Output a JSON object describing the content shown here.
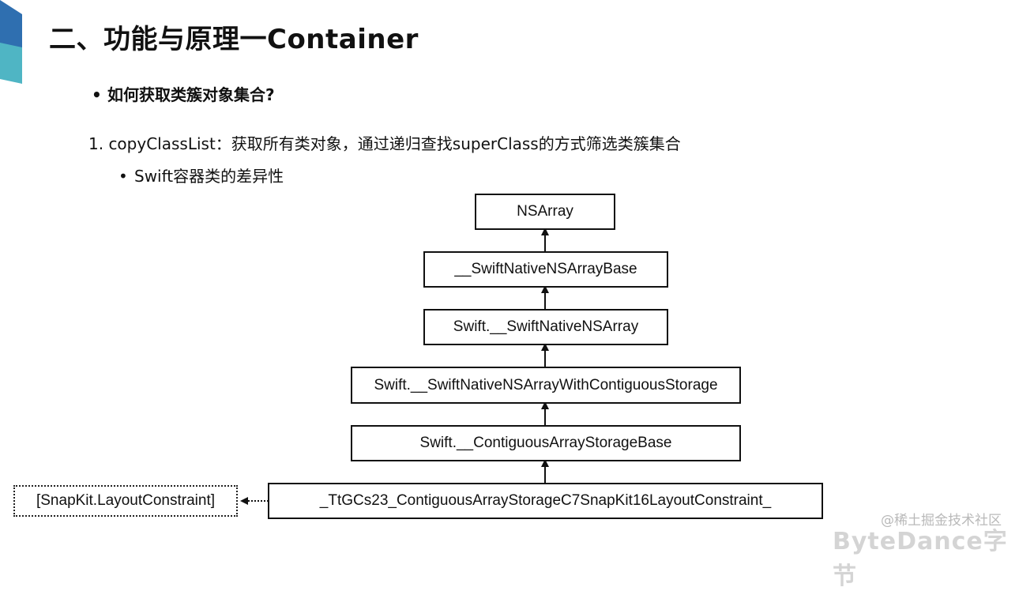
{
  "slide": {
    "title": "二、功能与原理一Container",
    "bullet_marker": "•",
    "question": "如何获取类簇对象集合?",
    "step": "1. copyClassList：获取所有类对象，通过递归查找superClass的方式筛选类簇集合",
    "sub_bullet": "Swift容器类的差异性"
  },
  "diagram": {
    "nodes": [
      {
        "label": "NSArray"
      },
      {
        "label": "__SwiftNativeNSArrayBase"
      },
      {
        "label": "Swift.__SwiftNativeNSArray"
      },
      {
        "label": "Swift.__SwiftNativeNSArrayWithContiguousStorage"
      },
      {
        "label": "Swift.__ContiguousArrayStorageBase"
      },
      {
        "label": "_TtGCs23_ContiguousArrayStorageC7SnapKit16LayoutConstraint_"
      }
    ],
    "side_node": {
      "label": "[SnapKit.LayoutConstraint]"
    }
  },
  "watermark": {
    "text": "@稀土掘金技术社区",
    "brand": "ByteDance字节"
  },
  "colors": {
    "accent_blue": "#2f6fb0",
    "accent_teal": "#4fb5c4",
    "border": "#111111"
  }
}
